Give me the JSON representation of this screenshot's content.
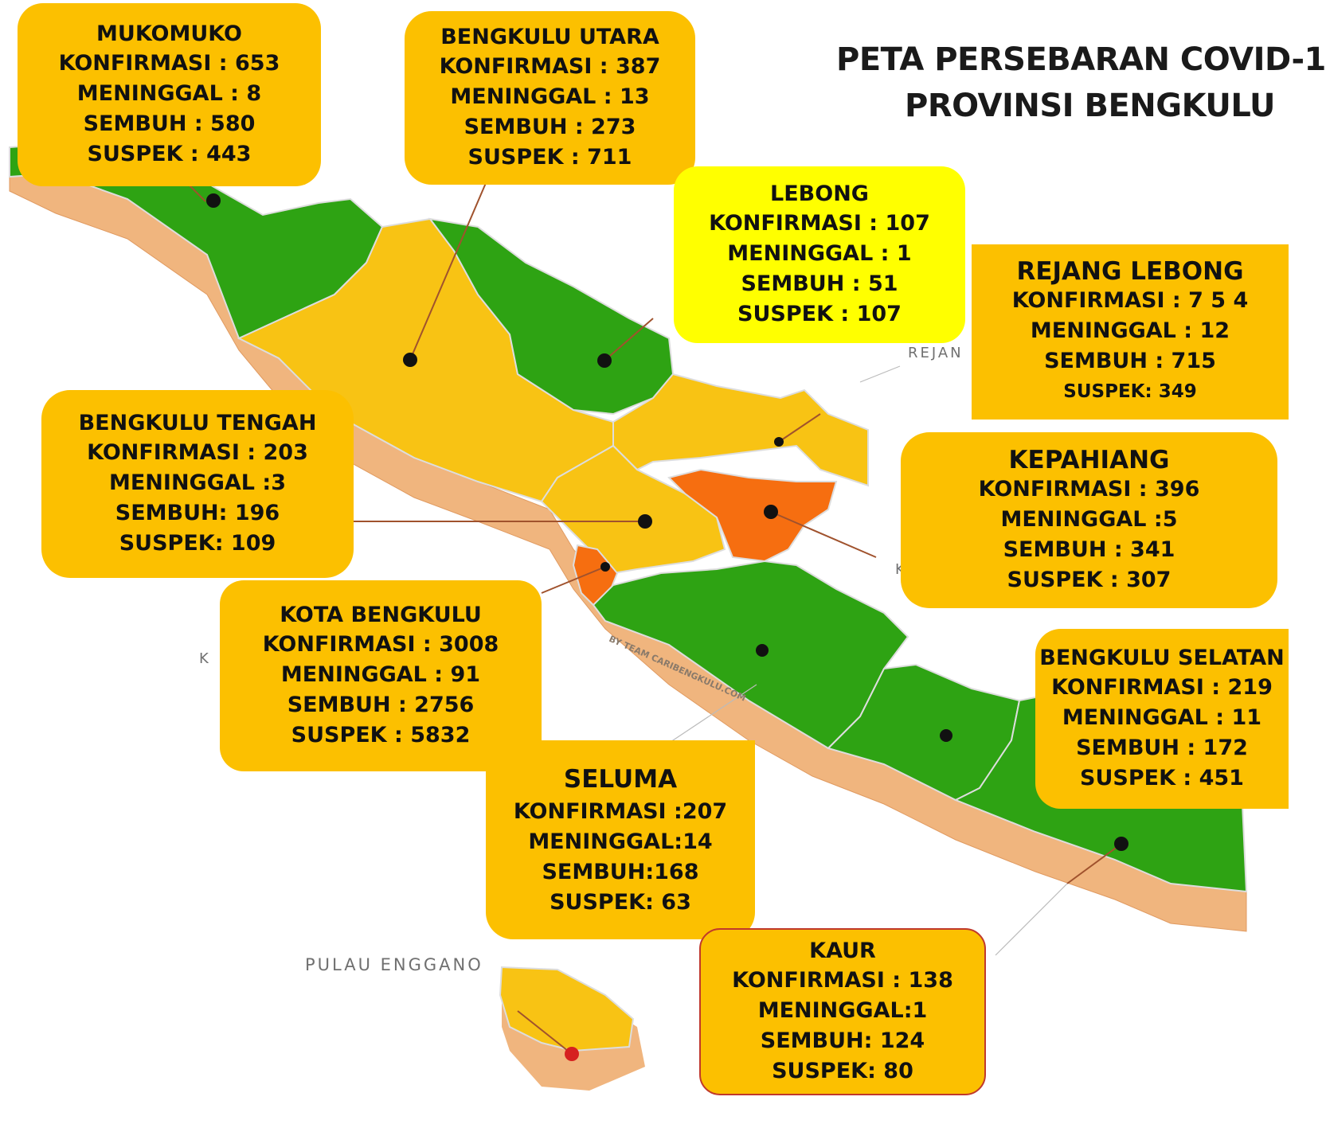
{
  "title": {
    "line1": "PETA PERSEBARAN COVID-1",
    "line2": "PROVINSI BENGKULU"
  },
  "colors": {
    "zone_green": "#2ea313",
    "zone_yellow": "#f8c314",
    "zone_orange": "#f66e10",
    "box_orange": "#fcc000",
    "box_yellow": "#ffff00"
  },
  "labels": {
    "konfirmasi": "KONFIRMASI",
    "meninggal": "MENINGGAL",
    "sembuh": "SEMBUH",
    "suspek": "SUSPEK"
  },
  "regions": {
    "mukomuko": {
      "name": "MUKOMUKO",
      "konfirmasi": "653",
      "meninggal": "8",
      "sembuh": "580",
      "suspek": "443",
      "zone": "green"
    },
    "bengkulu_utara": {
      "name": "BENGKULU UTARA",
      "konfirmasi": "387",
      "meninggal": "13",
      "sembuh": "273",
      "suspek": "711",
      "zone": "yellow"
    },
    "lebong": {
      "name": "LEBONG",
      "konfirmasi": "107",
      "meninggal": "1",
      "sembuh": "51",
      "suspek": "107",
      "zone": "green"
    },
    "rejang_lebong": {
      "name": "REJANG LEBONG",
      "konfirmasi": "7 5 4",
      "meninggal": "12",
      "sembuh": "715",
      "suspek": "349",
      "zone": "yellow"
    },
    "bengkulu_tengah": {
      "name": "BENGKULU TENGAH",
      "konfirmasi": "203",
      "meninggal": "3",
      "sembuh": "196",
      "suspek": "109",
      "zone": "yellow"
    },
    "kepahiang": {
      "name": "KEPAHIANG",
      "konfirmasi": "396",
      "meninggal": "5",
      "sembuh": "341",
      "suspek": "307",
      "zone": "orange"
    },
    "kota_bengkulu": {
      "name": "KOTA BENGKULU",
      "konfirmasi": "3008",
      "meninggal": "91",
      "sembuh": "2756",
      "suspek": "5832",
      "zone": "orange"
    },
    "bengkulu_selatan": {
      "name": "BENGKULU SELATAN",
      "konfirmasi": "219",
      "meninggal": "11",
      "sembuh": "172",
      "suspek": "451",
      "zone": "green"
    },
    "seluma": {
      "name": "SELUMA",
      "konfirmasi": "207",
      "meninggal": "14",
      "sembuh": "168",
      "suspek": "63",
      "zone": "green"
    },
    "kaur": {
      "name": "KAUR",
      "konfirmasi": "138",
      "meninggal": "1",
      "sembuh": "124",
      "suspek": "80",
      "zone": "green"
    }
  },
  "map_labels": {
    "pulau_enggano": "PULAU ENGGANO",
    "rejang_fragment": "REJAN",
    "kota_fragment": "K",
    "kepahiang_fragment": "K",
    "watermark": "BY TEAM CARIBENGKULU.COM"
  }
}
